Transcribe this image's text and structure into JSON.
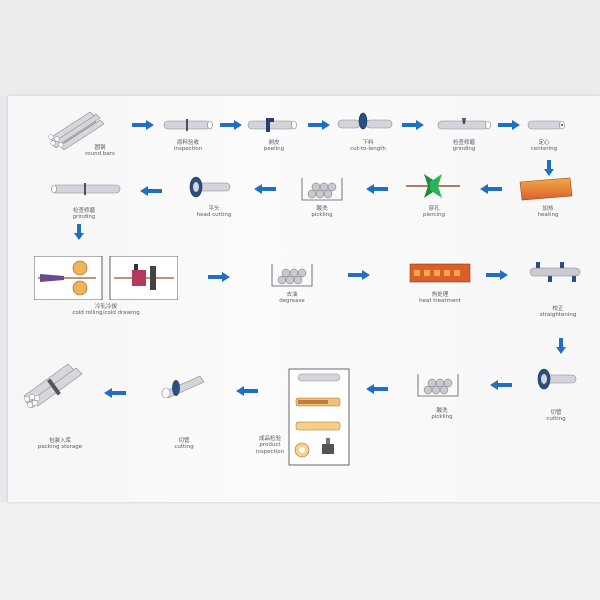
{
  "steps": [
    {
      "zh": "圆钢",
      "en": "round bars"
    },
    {
      "zh": "原料验收",
      "en": "inspection"
    },
    {
      "zh": "剥皮",
      "en": "peeling"
    },
    {
      "zh": "下料",
      "en": "cut-to-length"
    },
    {
      "zh": "检查修磨",
      "en": "grinding"
    },
    {
      "zh": "定心",
      "en": "centering"
    },
    {
      "zh": "加热",
      "en": "heating"
    },
    {
      "zh": "穿孔",
      "en": "piercing"
    },
    {
      "zh": "酸洗",
      "en": "pickling"
    },
    {
      "zh": "平头",
      "en": "head cutting"
    },
    {
      "zh": "检查修磨",
      "en": "grinding"
    },
    {
      "zh": "冷轧冷拔",
      "en": "cold rolling/cold drawing"
    },
    {
      "zh": "去油",
      "en": "degrease"
    },
    {
      "zh": "热处理",
      "en": "heat treatment"
    },
    {
      "zh": "校正",
      "en": "straightening"
    },
    {
      "zh": "切管",
      "en": "cutting"
    },
    {
      "zh": "酸洗",
      "en": "pickling"
    },
    {
      "zh": "成品检验",
      "en": "product",
      "en2": "inspection"
    },
    {
      "zh": "切管",
      "en": "cutting"
    },
    {
      "zh": "包装入库",
      "en": "packing storage"
    }
  ],
  "colors": {
    "arrow": "#1f6fc4",
    "pipe": "#c9cbd0",
    "heat": "#e0512a",
    "green": "#27a04f"
  }
}
